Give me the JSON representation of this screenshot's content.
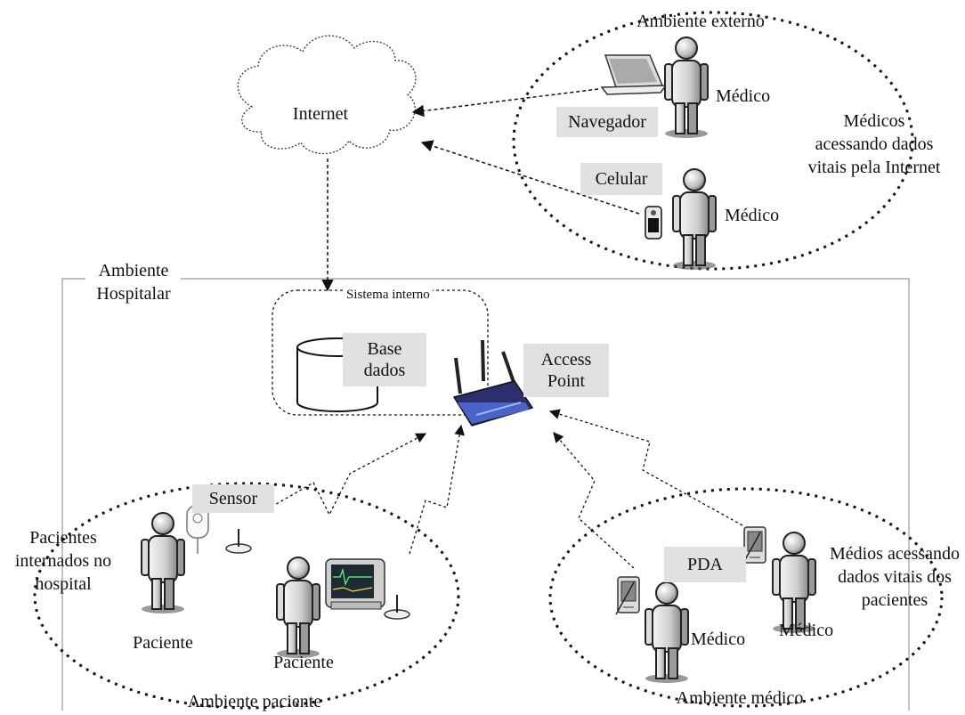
{
  "labels": {
    "external_environment": "Ambiente externo",
    "internet": "Internet",
    "doctor": "Médico",
    "browser": "Navegador",
    "cellphone": "Celular",
    "external_desc": [
      "Médicos",
      "acessando dados",
      "vitais pela Internet"
    ],
    "hospital_environment": [
      "Ambiente",
      "Hospitalar"
    ],
    "internal_system": "Sistema interno",
    "database": [
      "Base",
      "dados"
    ],
    "access_point": [
      "Access",
      "Point"
    ],
    "sensor": "Sensor",
    "hospitalized": [
      "Pacientes",
      "internados no",
      "hospital"
    ],
    "patient": "Paciente",
    "patient_environment": "Ambiente paciente",
    "pda": "PDA",
    "hospital_doctors_desc": [
      "Médios acessando",
      "dados vitais dos",
      "pacientes"
    ],
    "doctor_environment": "Ambiente médico"
  }
}
